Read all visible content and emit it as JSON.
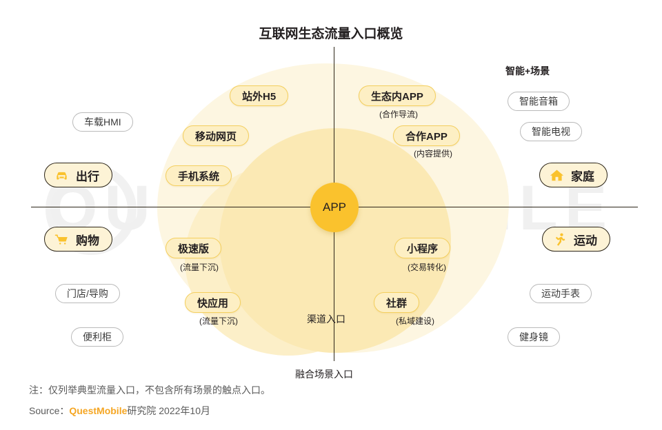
{
  "title": "互联网生态流量入口概览",
  "center": {
    "label": "APP"
  },
  "axes": {
    "horizontal_label": "渠道入口",
    "vertical_label": "融合场景入口"
  },
  "quadrants": {
    "top_left": [
      {
        "label": "站外H5",
        "sub": ""
      },
      {
        "label": "移动网页",
        "sub": ""
      },
      {
        "label": "手机系统",
        "sub": ""
      }
    ],
    "top_right": [
      {
        "label": "生态内APP",
        "sub": "(合作导流)"
      },
      {
        "label": "合作APP",
        "sub": "(内容提供)"
      }
    ],
    "bottom_left": [
      {
        "label": "极速版",
        "sub": "(流量下沉)"
      },
      {
        "label": "快应用",
        "sub": "(流量下沉)"
      }
    ],
    "bottom_right": [
      {
        "label": "小程序",
        "sub": "(交易转化)"
      },
      {
        "label": "社群",
        "sub": "(私域建设)"
      }
    ]
  },
  "scenarios": {
    "travel": {
      "label": "出行",
      "icon": "car-icon",
      "touchpoints": [
        "车载HMI"
      ]
    },
    "shopping": {
      "label": "购物",
      "icon": "cart-icon",
      "touchpoints": [
        "门店/导购",
        "便利柜"
      ]
    },
    "home": {
      "label": "家庭",
      "icon": "house-icon",
      "touchpoints": [
        "智能音箱",
        "智能电视"
      ]
    },
    "sports": {
      "label": "运动",
      "icon": "runner-icon",
      "touchpoints": [
        "运动手表",
        "健身镜"
      ]
    }
  },
  "right_group_title": "智能+场景",
  "footer": {
    "note": "注：仅列举典型流量入口，不包含所有场景的触点入口。",
    "source_prefix": "Source：",
    "source_brand": "QuestMobile",
    "source_suffix": "研究院 2022年10月"
  },
  "watermark": "QUEST MOBILE",
  "colors": {
    "accent": "#FAC22D",
    "pill_fill": "#FDEFC4",
    "pill_border": "#F4CF5E",
    "blob_outer": "#FDF6E1",
    "blob_inner": "#FBE9B4",
    "axis": "#2B2417",
    "brand": "#F5A623"
  }
}
